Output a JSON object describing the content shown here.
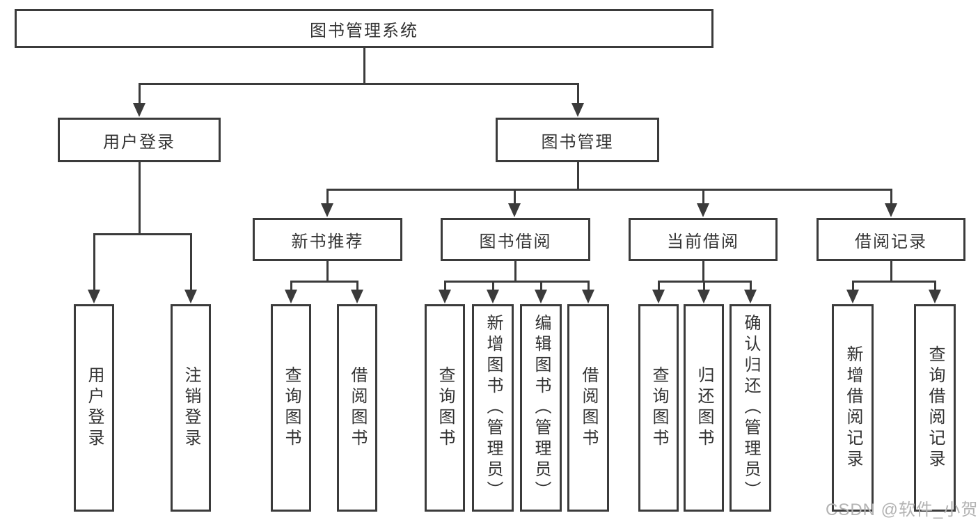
{
  "colors": {
    "line": "#3b3b3b",
    "text": "#333333",
    "box_bg": "#ffffff",
    "watermark_color": "#b3b3b3"
  },
  "watermark": "CSDN @软件_小贺同学",
  "diagram": {
    "nodes": {
      "root": {
        "label": "图书管理系统"
      },
      "user_login": {
        "label": "用户登录"
      },
      "book_management": {
        "label": "图书管理"
      },
      "new_book_recommend": {
        "label": "新书推荐"
      },
      "book_borrowing": {
        "label": "图书借阅"
      },
      "current_borrowing": {
        "label": "当前借阅"
      },
      "borrowing_records": {
        "label": "借阅记录"
      },
      "leaf_user_login": {
        "label": "用户登录"
      },
      "leaf_logout": {
        "label": "注销登录"
      },
      "leaf_query_books_1": {
        "label": "查询图书"
      },
      "leaf_borrow_books_1": {
        "label": "借阅图书"
      },
      "leaf_query_books_2": {
        "label": "查询图书"
      },
      "leaf_add_books_admin": {
        "label": "新增图书（管理员）"
      },
      "leaf_edit_books_admin": {
        "label": "编辑图书（管理员）"
      },
      "leaf_borrow_books_2": {
        "label": "借阅图书"
      },
      "leaf_query_books_3": {
        "label": "查询图书"
      },
      "leaf_return_books": {
        "label": "归还图书"
      },
      "leaf_confirm_return_admin": {
        "label": "确认归还（管理员）"
      },
      "leaf_add_borrow_record": {
        "label": "新增借阅记录"
      },
      "leaf_query_borrow_record": {
        "label": "查询借阅记录"
      }
    }
  }
}
